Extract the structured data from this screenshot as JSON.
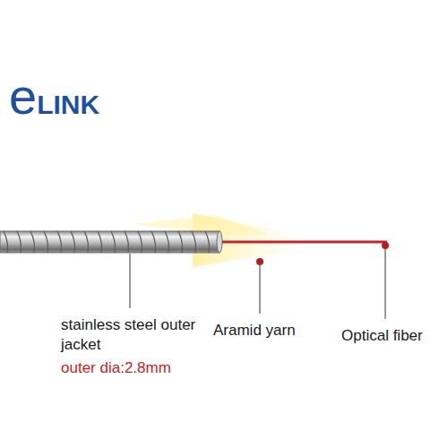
{
  "diagram": {
    "labels": [
      "eLINK",
      "stainless steel outer jacket",
      "Aramid yarn",
      "Optical fiber",
      "outer dia:2.8mm"
    ]
  }
}
